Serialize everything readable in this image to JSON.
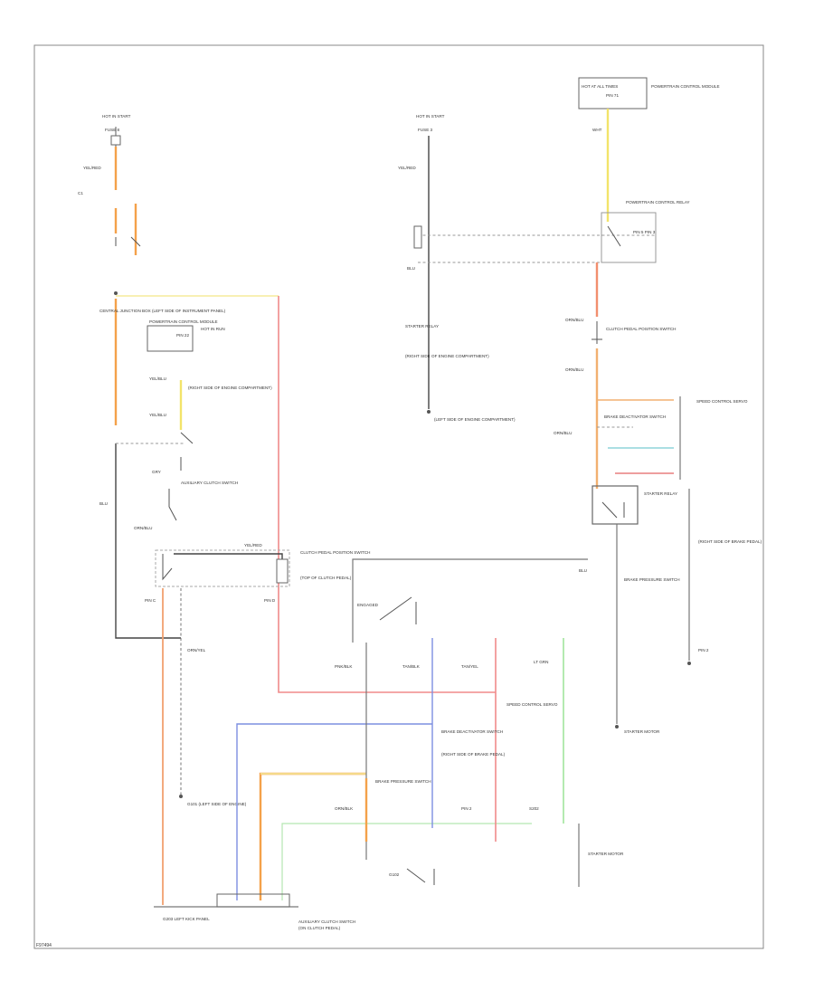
{
  "diagram": {
    "fig_id": "F97494",
    "labels": {
      "hot_start_left": "HOT IN START",
      "fuse_left": "FUSE 8",
      "wire_yel_red_1": "YEL/RED",
      "connector_a": "C1",
      "hot_start_mid": "HOT IN START",
      "fuse_mid": "FUSE 3",
      "wire_yel_red_2": "YEL/RED",
      "hot_all_times": "HOT AT ALL TIMES",
      "pcm_top": "POWERTRAIN CONTROL MODULE",
      "pcm_top_pin": "PIN 71",
      "wire_wht": "WHT",
      "pcm_relay": "POWERTRAIN CONTROL RELAY",
      "relay_pins": "PIN 5 PIN 3",
      "central_junction": "CENTRAL JUNCTION BOX (LEFT SIDE OF INSTRUMENT PANEL)",
      "wire_blu": "BLU",
      "hot_run_left": "HOT IN RUN",
      "pcm_left": "POWERTRAIN CONTROL MODULE",
      "pcm_left_pin": "PIN 22",
      "wire_yel_blu_1": "YEL/BLU",
      "wire_yel_blu_2": "YEL/BLU",
      "pcm_left_note": "(RIGHT SIDE OF ENGINE COMPARTMENT)",
      "wire_gry": "GRY",
      "wire_orn_blu": "ORN/BLU",
      "aux_clutch": "AUXILIARY CLUTCH SWITCH",
      "g101": "G101 (LEFT SIDE OF ENGINE)",
      "pin_c": "PIN C",
      "wire_orn_yel": "ORN/YEL",
      "pin_d": "PIN D",
      "g203": "G203 LEFT KICK PANEL",
      "wire_orn_blk": "ORN/BLK",
      "clutch_pedal": "CLUTCH PEDAL POSITION SWITCH",
      "clutch_note": "(TOP OF CLUTCH PEDAL)",
      "aux_box_title": "AUXILIARY CLUTCH SWITCH",
      "aux_box_loc": "(ON CLUTCH PEDAL)",
      "engaged": "ENGAGED",
      "speed_ctrl": "SPEED CONTROL SERVO",
      "wire_pnk_blk": "PNK/BLK",
      "wire_tan_blk": "TAN/BLK",
      "wire_lt_grn": "LT GRN",
      "wire_tan_yel": "TAN/YEL",
      "brake_deact": "BRAKE DEACTIVATOR SWITCH",
      "brake_deact_note": "(RIGHT SIDE OF BRAKE PEDAL)",
      "starter_relay": "STARTER RELAY",
      "starter_relay_note": "(RIGHT SIDE OF ENGINE COMPARTMENT)",
      "brake_pressure": "BRAKE PRESSURE SWITCH",
      "brake_pressure_note": "(LEFT SIDE OF ENGINE COMPARTMENT)",
      "speed_servo_pin": "PIN 2",
      "starter_motor": "STARTER MOTOR",
      "s202": "S202",
      "g102": "G102"
    }
  }
}
